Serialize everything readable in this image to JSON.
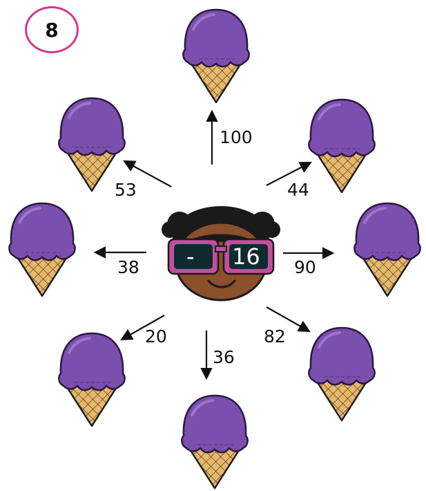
{
  "puzzle": {
    "number": "8",
    "operator": "-",
    "operand": "16"
  },
  "scoops": [
    {
      "id": "top",
      "value": "100"
    },
    {
      "id": "top-right",
      "value": "44"
    },
    {
      "id": "right",
      "value": "90"
    },
    {
      "id": "bottom-right",
      "value": "82"
    },
    {
      "id": "bottom",
      "value": "36"
    },
    {
      "id": "bottom-left",
      "value": "20"
    },
    {
      "id": "left",
      "value": "38"
    },
    {
      "id": "top-left",
      "value": "53"
    }
  ],
  "colors": {
    "scoop": "#7b4fae",
    "scoop_dark": "#4a2a73",
    "cone": "#e7b86c",
    "badge_border": "#d6358f",
    "glasses": "#c14f9e"
  }
}
